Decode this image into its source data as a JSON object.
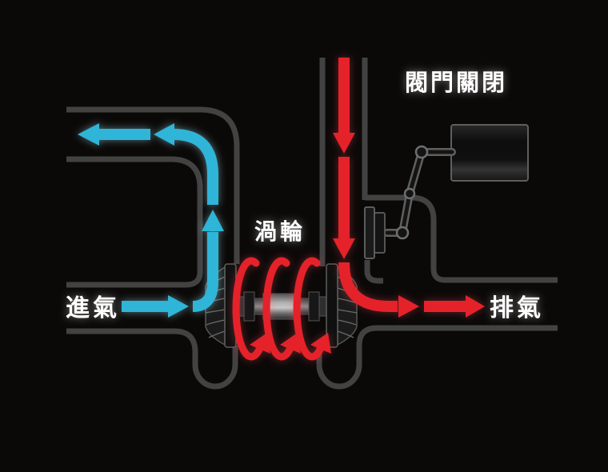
{
  "diagram": {
    "title_hint": "turbocharger-airflow-diagram",
    "labels": {
      "intake": "進氣",
      "exhaust": "排氣",
      "turbine": "渦輪",
      "valve_closed": "閥門關閉"
    },
    "colors": {
      "background": "#0b0908",
      "pipe_wall": "#424242",
      "intake_flow": "#2fb5d8",
      "exhaust_flow": "#e5202b",
      "label_text": "#ffffff"
    }
  }
}
